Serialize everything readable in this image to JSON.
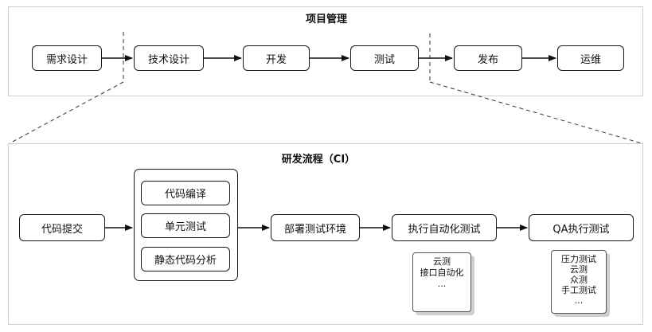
{
  "project": {
    "title": "项目管理",
    "steps": [
      "需求设计",
      "技术设计",
      "开发",
      "测试",
      "发布",
      "运维"
    ]
  },
  "ci": {
    "title": "研发流程（CI）",
    "commit": "代码提交",
    "build_group": [
      "代码编译",
      "单元测试",
      "静态代码分析"
    ],
    "deploy": "部署测试环境",
    "auto_test": "执行自动化测试",
    "qa_test": "QA执行测试",
    "auto_test_notes": [
      "云测",
      "接口自动化",
      "..."
    ],
    "qa_test_notes": [
      "压力测试",
      "云测",
      "众测",
      "手工测试",
      "..."
    ]
  }
}
